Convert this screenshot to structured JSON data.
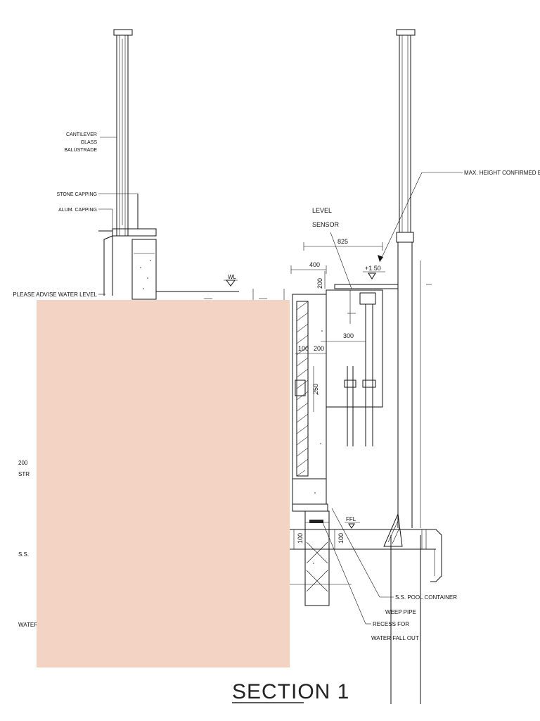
{
  "title": "SECTION 1",
  "labels": {
    "cantilever_1": "CANTILEVER",
    "cantilever_2": "GLASS",
    "cantilever_3": "BALUSTRADE",
    "stone_capping": "STONE CAPPING",
    "alum_capping": "ALUM. CAPPING",
    "advise_water": "PLEASE ADVISE WATER LEVEL",
    "level_1": "LEVEL",
    "level_2": "SENSOR",
    "max_height": "MAX. HEIGHT CONFIRMED BY",
    "wl": "WL",
    "elev": "+1.50",
    "ffl": "FFL",
    "ss_pool_1": "S.S. POOL CONTAINER",
    "ss_pool_2": "WEEP PIPE",
    "recess_1": "RECESS FOR",
    "recess_2": "WATER FALL OUT",
    "partial_200": "200",
    "partial_str": "STR",
    "partial_ss": "S.S.",
    "partial_water": "WATERP"
  },
  "dimensions": {
    "d825": "825",
    "d400": "400",
    "d200a": "200",
    "d300": "300",
    "d100a": "100",
    "d200b": "200",
    "d250": "250",
    "d100b": "100",
    "d100c": "100"
  },
  "colors": {
    "line": "#111111",
    "redaction": "#f2d3c4"
  }
}
